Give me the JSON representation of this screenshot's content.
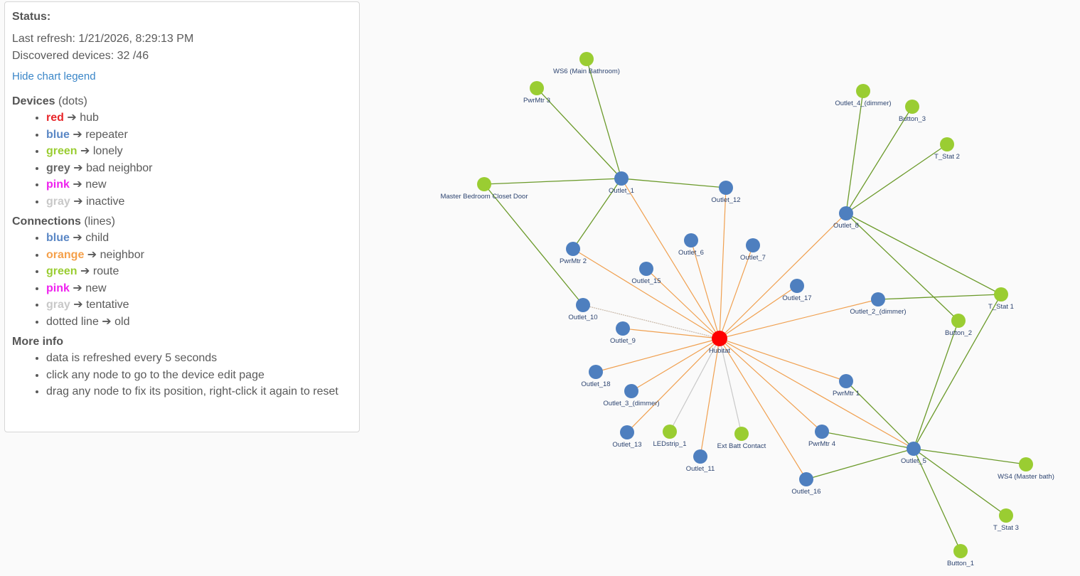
{
  "status": {
    "title": "Status:",
    "last_refresh": "Last refresh: 1/21/2026, 8:29:13 PM",
    "discovered": "Discovered devices: 32 /46",
    "toggle_legend": "Hide chart legend"
  },
  "legend": {
    "devices_title": "Devices",
    "devices_sub": "(dots)",
    "devices": [
      {
        "color_word": "red",
        "color": "#e8262a",
        "meaning": "hub"
      },
      {
        "color_word": "blue",
        "color": "#5a87c5",
        "meaning": "repeater"
      },
      {
        "color_word": "green",
        "color": "#9acd32",
        "meaning": "lonely"
      },
      {
        "color_word": "grey",
        "color": "#666666",
        "meaning": "bad neighbor"
      },
      {
        "color_word": "pink",
        "color": "#ee22ee",
        "meaning": "new"
      },
      {
        "color_word": "gray",
        "color": "#c8c8c8",
        "meaning": "inactive"
      }
    ],
    "connections_title": "Connections",
    "connections_sub": "(lines)",
    "connections": [
      {
        "color_word": "blue",
        "color": "#5a87c5",
        "meaning": "child"
      },
      {
        "color_word": "orange",
        "color": "#f5a04a",
        "meaning": "neighbor"
      },
      {
        "color_word": "green",
        "color": "#9acd32",
        "meaning": "route"
      },
      {
        "color_word": "pink",
        "color": "#ee22ee",
        "meaning": "new"
      },
      {
        "color_word": "gray",
        "color": "#c8c8c8",
        "meaning": "tentative"
      },
      {
        "color_word": "dotted line",
        "color": "#5a5a5a",
        "meaning": "old",
        "plain": true
      }
    ],
    "arrow": "➔",
    "more_title": "More info",
    "more": [
      "data is refreshed every 5 seconds",
      "click any node to go to the device edit page",
      "drag any node to fix its position, right-click it again to reset"
    ]
  },
  "colors": {
    "hub": "#ff0000",
    "repeater": "#4e7fbf",
    "lonely": "#9acd32",
    "neighbor": "#f0a050",
    "route": "#6b9a2a",
    "tentative": "#c8c8c8",
    "old": "#c8b8a8"
  },
  "graph": {
    "nodes": [
      {
        "id": "hub",
        "label": "Hubitat",
        "type": "hub"
      },
      {
        "id": "o1",
        "label": "Outlet_1",
        "type": "repeater"
      },
      {
        "id": "o12",
        "label": "Outlet_12",
        "type": "repeater"
      },
      {
        "id": "ws6",
        "label": "WS6 (Main Bathroom)",
        "type": "lonely"
      },
      {
        "id": "pm3",
        "label": "PwrMtr 3",
        "type": "lonely"
      },
      {
        "id": "mbcd",
        "label": "Master Bedroom Closet Door",
        "type": "lonely"
      },
      {
        "id": "pm2",
        "label": "PwrMtr 2",
        "type": "repeater"
      },
      {
        "id": "o6",
        "label": "Outlet_6",
        "type": "repeater"
      },
      {
        "id": "o7",
        "label": "Outlet_7",
        "type": "repeater"
      },
      {
        "id": "o15",
        "label": "Outlet_15",
        "type": "repeater"
      },
      {
        "id": "o17",
        "label": "Outlet_17",
        "type": "repeater"
      },
      {
        "id": "o10",
        "label": "Outlet_10",
        "type": "repeater"
      },
      {
        "id": "o9",
        "label": "Outlet_9",
        "type": "repeater"
      },
      {
        "id": "o2",
        "label": "Outlet_2_(dimmer)",
        "type": "repeater"
      },
      {
        "id": "o8",
        "label": "Outlet_8",
        "type": "repeater"
      },
      {
        "id": "o4",
        "label": "Outlet_4_(dimmer)",
        "type": "lonely"
      },
      {
        "id": "b3",
        "label": "Button_3",
        "type": "lonely"
      },
      {
        "id": "ts2",
        "label": "T_Stat 2",
        "type": "lonely"
      },
      {
        "id": "ts1",
        "label": "T_Stat 1",
        "type": "lonely"
      },
      {
        "id": "b2",
        "label": "Button_2",
        "type": "lonely"
      },
      {
        "id": "o18",
        "label": "Outlet_18",
        "type": "repeater"
      },
      {
        "id": "o3",
        "label": "Outlet_3_(dimmer)",
        "type": "repeater"
      },
      {
        "id": "o13",
        "label": "Outlet_13",
        "type": "repeater"
      },
      {
        "id": "led",
        "label": "LEDstrip_1",
        "type": "lonely"
      },
      {
        "id": "o11",
        "label": "Outlet_11",
        "type": "repeater"
      },
      {
        "id": "ebc",
        "label": "Ext Batt Contact",
        "type": "lonely"
      },
      {
        "id": "pm4",
        "label": "PwrMtr 4",
        "type": "repeater"
      },
      {
        "id": "o16",
        "label": "Outlet_16",
        "type": "repeater"
      },
      {
        "id": "pm1",
        "label": "PwrMtr 1",
        "type": "repeater"
      },
      {
        "id": "o5",
        "label": "Outlet_5",
        "type": "repeater"
      },
      {
        "id": "ws4",
        "label": "WS4 (Master bath)",
        "type": "lonely"
      },
      {
        "id": "ts3",
        "label": "T_Stat 3",
        "type": "lonely"
      },
      {
        "id": "b1",
        "label": "Button_1",
        "type": "lonely"
      }
    ],
    "edges": [
      [
        "hub",
        "o1",
        "neighbor"
      ],
      [
        "hub",
        "o12",
        "neighbor"
      ],
      [
        "hub",
        "pm2",
        "neighbor"
      ],
      [
        "hub",
        "o6",
        "neighbor"
      ],
      [
        "hub",
        "o7",
        "neighbor"
      ],
      [
        "hub",
        "o15",
        "neighbor"
      ],
      [
        "hub",
        "o17",
        "neighbor"
      ],
      [
        "hub",
        "o9",
        "neighbor"
      ],
      [
        "hub",
        "o2",
        "neighbor"
      ],
      [
        "hub",
        "o8",
        "neighbor"
      ],
      [
        "hub",
        "o18",
        "neighbor"
      ],
      [
        "hub",
        "o3",
        "neighbor"
      ],
      [
        "hub",
        "o13",
        "neighbor"
      ],
      [
        "hub",
        "o11",
        "neighbor"
      ],
      [
        "hub",
        "pm4",
        "neighbor"
      ],
      [
        "hub",
        "o16",
        "neighbor"
      ],
      [
        "hub",
        "pm1",
        "neighbor"
      ],
      [
        "hub",
        "o5",
        "neighbor"
      ],
      [
        "hub",
        "o10",
        "old"
      ],
      [
        "hub",
        "led",
        "tentative"
      ],
      [
        "hub",
        "ebc",
        "tentative"
      ],
      [
        "o1",
        "ws6",
        "route"
      ],
      [
        "o1",
        "pm3",
        "route"
      ],
      [
        "o1",
        "mbcd",
        "route"
      ],
      [
        "o1",
        "o12",
        "route"
      ],
      [
        "o1",
        "pm2",
        "route"
      ],
      [
        "mbcd",
        "o10",
        "route"
      ],
      [
        "o8",
        "o4",
        "route"
      ],
      [
        "o8",
        "b3",
        "route"
      ],
      [
        "o8",
        "ts2",
        "route"
      ],
      [
        "o8",
        "ts1",
        "route"
      ],
      [
        "o8",
        "b2",
        "route"
      ],
      [
        "o2",
        "ts1",
        "route"
      ],
      [
        "ts1",
        "o5",
        "route"
      ],
      [
        "b2",
        "o5",
        "route"
      ],
      [
        "pm1",
        "o5",
        "route"
      ],
      [
        "pm4",
        "o5",
        "route"
      ],
      [
        "o16",
        "o5",
        "route"
      ],
      [
        "o5",
        "ws4",
        "route"
      ],
      [
        "o5",
        "ts3",
        "route"
      ],
      [
        "o5",
        "b1",
        "route"
      ]
    ]
  }
}
